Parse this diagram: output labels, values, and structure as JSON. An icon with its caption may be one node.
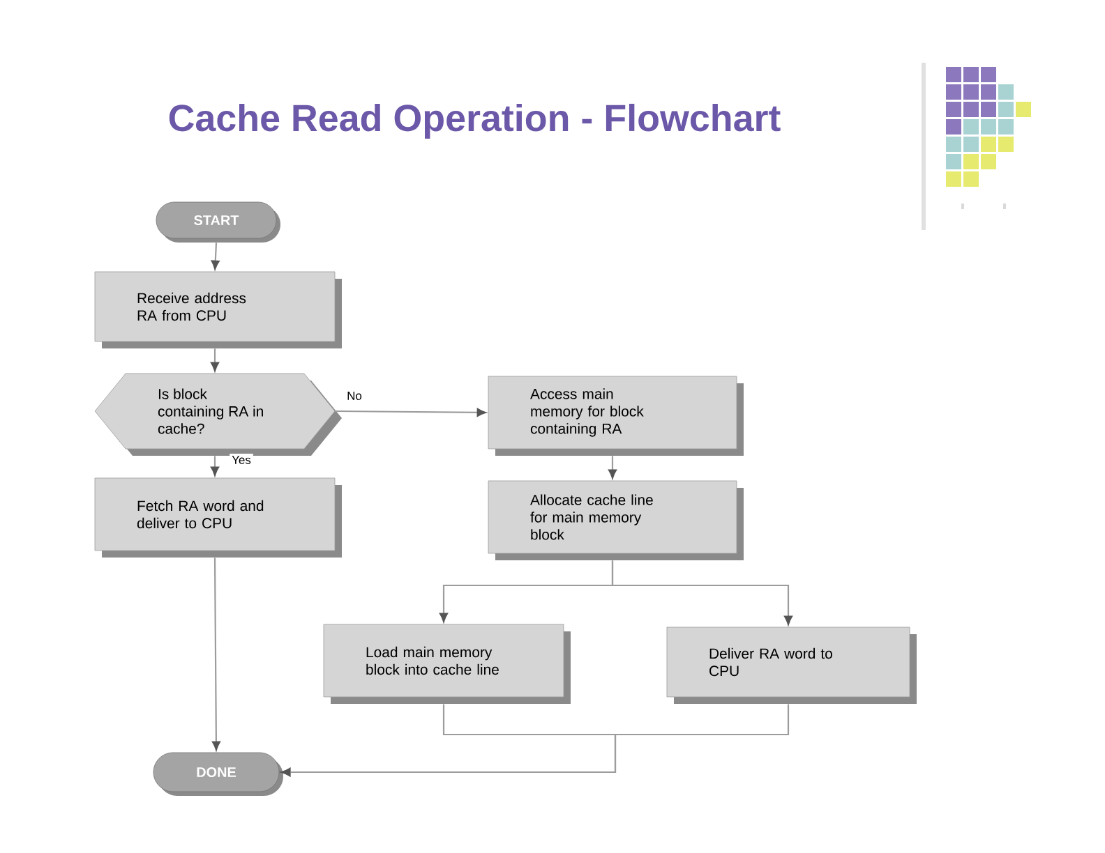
{
  "diagram": {
    "title": "Cache Read Operation - Flowchart",
    "nodes": [
      {
        "text": [
          "START"
        ]
      },
      {
        "text": [
          "Receive address RA from CPU"
        ]
      },
      {
        "text": [
          "Is block containing RA in cache?"
        ]
      },
      {
        "text": [
          "Fetch RA word and deliver to CPU"
        ]
      },
      {
        "text": [
          "Access main memory for block containing RA"
        ]
      },
      {
        "text": [
          "Allocate cache line for main memory block"
        ]
      },
      {
        "text": [
          "Load main memory block into cache line"
        ]
      },
      {
        "text": [
          "Deliver RA word to CPU"
        ]
      },
      {
        "text": [
          "DONE"
        ]
      }
    ],
    "edges": [
      {
        "from": 0,
        "to": 1,
        "arrow": "to"
      },
      {
        "from": 1,
        "to": 2,
        "arrow": "to"
      },
      {
        "from": 2,
        "to": 3,
        "arrow": "to",
        "label": "Yes"
      },
      {
        "from": 2,
        "to": 4,
        "arrow": "to",
        "label": "No"
      },
      {
        "from": 4,
        "to": 5,
        "arrow": "to"
      },
      {
        "from": 5,
        "to": 6,
        "arrow": "to"
      },
      {
        "from": 5,
        "to": 7,
        "arrow": "to"
      },
      {
        "from": 3,
        "to": 8,
        "arrow": "to"
      },
      {
        "from": 6,
        "to": 8,
        "arrow": "to"
      },
      {
        "from": 7,
        "to": 8,
        "arrow": "to"
      }
    ]
  }
}
